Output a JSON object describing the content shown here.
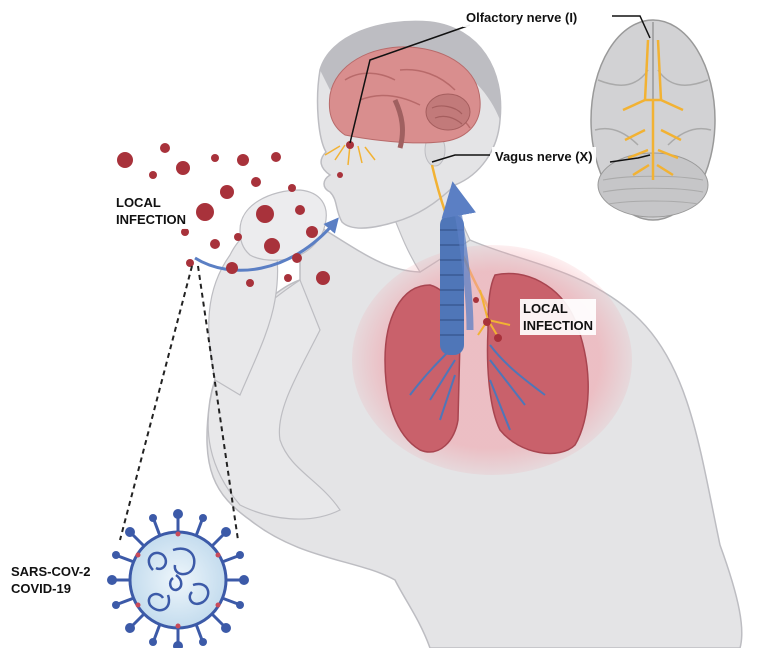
{
  "labels": {
    "olfactory": "Olfactory nerve (I)",
    "vagus": "Vagus nerve (X)",
    "local_infection_left": [
      "LOCAL",
      "INFECTION"
    ],
    "local_infection_right": [
      "LOCAL",
      "INFECTION"
    ],
    "virus_name": [
      "SARS-COV-2",
      "COVID-19"
    ]
  },
  "colors": {
    "skin": "#e4e4e6",
    "skin_outline": "#bdbdc2",
    "hair": "#bdbdc2",
    "brain": "#d98e8e",
    "virus": "#a8323b",
    "nerve": "#f2b233",
    "lung": "#c9616b",
    "lung_glow": "#f2a0a8",
    "trachea": "#4f76b8",
    "arrow": "#5b7fc4",
    "virion_spike": "#3c5aa8",
    "virion_body": "#d6e8f4"
  },
  "icons": {
    "droplet": "coronavirus-particle-icon",
    "arrow": "exhalation-arrow-icon"
  }
}
